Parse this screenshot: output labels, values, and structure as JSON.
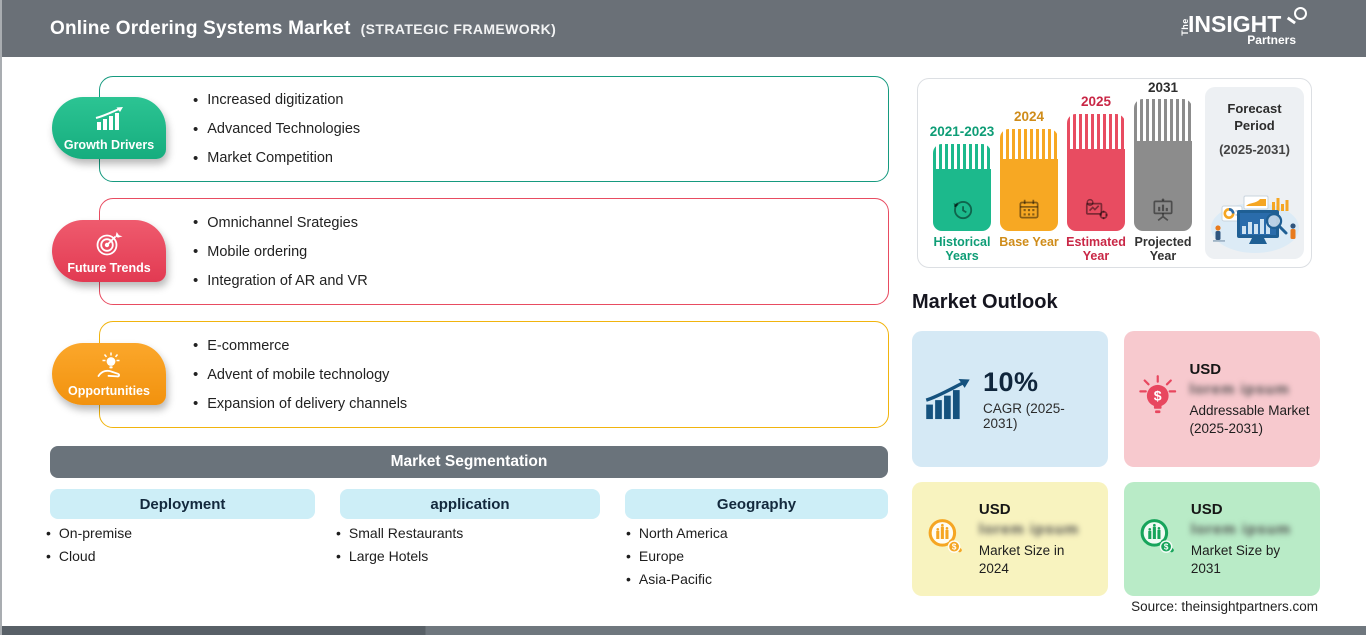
{
  "header": {
    "title": "Online Ordering Systems Market",
    "subtitle": "(STRATEGIC FRAMEWORK)",
    "logo": {
      "the": "The",
      "insight": "INSIGHT",
      "partners": "Partners"
    }
  },
  "panels": [
    {
      "label": "Growth Drivers",
      "icon": "growth-chart-icon",
      "accent": "#169a7f",
      "items": [
        "Increased digitization",
        "Advanced Technologies",
        "Market Competition"
      ]
    },
    {
      "label": "Future Trends",
      "icon": "target-dart-icon",
      "accent": "#e84c61",
      "items": [
        "Omnichannel Srategies",
        "Mobile ordering",
        "Integration of AR and VR"
      ]
    },
    {
      "label": "Opportunities",
      "icon": "hand-bulb-icon",
      "accent": "#f1b40e",
      "items": [
        "E-commerce",
        "Advent of mobile technology",
        "Expansion of delivery channels"
      ]
    }
  ],
  "segmentation": {
    "title": "Market Segmentation",
    "header_bg": "#6a737b",
    "column_header_bg": "#cdeef7",
    "columns": [
      {
        "header": "Deployment",
        "items": [
          "On-premise",
          "Cloud"
        ]
      },
      {
        "header": "application",
        "items": [
          "Small Restaurants",
          "Large Hotels"
        ]
      },
      {
        "header": "Geography",
        "items": [
          "North America",
          "Europe",
          "Asia-Pacific"
        ]
      }
    ]
  },
  "timeline": {
    "bars": [
      {
        "year": "2021-2023",
        "role": "Historical Years",
        "color": "#1cb98c",
        "icon": "clock-history-icon"
      },
      {
        "year": "2024",
        "role": "Base Year",
        "color": "#f7a823",
        "icon": "calendar-icon"
      },
      {
        "year": "2025",
        "role": "Estimated Year",
        "color": "#e84c61",
        "icon": "estimated-analysis-icon"
      },
      {
        "year": "2031",
        "role": "Projected Year",
        "color": "#8c8c8c",
        "icon": "projection-screen-icon"
      }
    ],
    "forecast": {
      "title": "Forecast Period",
      "range": "(2025-2031)"
    }
  },
  "outlook": {
    "title": "Market Outlook",
    "cards": [
      {
        "value": "10%",
        "label": "CAGR (2025-2031)",
        "icon": "growth-bars-icon",
        "bg": "#d5e9f5",
        "icon_color": "#15527e"
      },
      {
        "currency": "USD",
        "blurred_value": "lorem ipsum",
        "label": "Addressable Market (2025-2031)",
        "icon": "bulb-dollar-icon",
        "bg": "#f7c9ce",
        "icon_color": "#e8475f"
      },
      {
        "currency": "USD",
        "blurred_value": "lorem ipsum",
        "label": "Market Size in 2024",
        "icon": "magnifier-chart-icon",
        "bg": "#f8f3bf",
        "icon_color": "#f5a623"
      },
      {
        "currency": "USD",
        "blurred_value": "lorem ipsum",
        "label": "Market Size by 2031",
        "icon": "magnifier-chart-icon",
        "bg": "#b9ebc7",
        "icon_color": "#17a45b"
      }
    ],
    "source": "Source: theinsightpartners.com"
  }
}
